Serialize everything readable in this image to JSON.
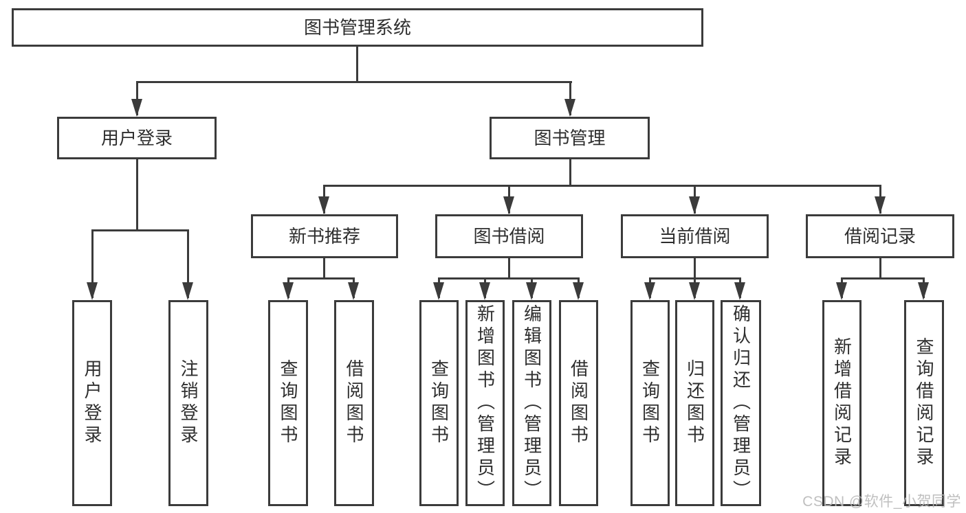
{
  "colors": {
    "line": "#3b3b3b",
    "text": "#2e2e2e",
    "watermark": "#b9b9b9",
    "background": "#ffffff"
  },
  "watermark": "CSDN @软件_小贺同学",
  "tree": {
    "label": "图书管理系统",
    "children": [
      {
        "label": "用户登录",
        "children": [
          {
            "label": "用户登录"
          },
          {
            "label": "注销登录"
          }
        ]
      },
      {
        "label": "图书管理",
        "children": [
          {
            "label": "新书推荐",
            "children": [
              {
                "label": "查询图书"
              },
              {
                "label": "借阅图书"
              }
            ]
          },
          {
            "label": "图书借阅",
            "children": [
              {
                "label": "查询图书"
              },
              {
                "label": "新增图书（管理员）"
              },
              {
                "label": "编辑图书（管理员）"
              },
              {
                "label": "借阅图书"
              }
            ]
          },
          {
            "label": "当前借阅",
            "children": [
              {
                "label": "查询图书"
              },
              {
                "label": "归还图书"
              },
              {
                "label": "确认归还（管理员）"
              }
            ]
          },
          {
            "label": "借阅记录",
            "children": [
              {
                "label": "新增借阅记录"
              },
              {
                "label": "查询借阅记录"
              }
            ]
          }
        ]
      }
    ]
  }
}
